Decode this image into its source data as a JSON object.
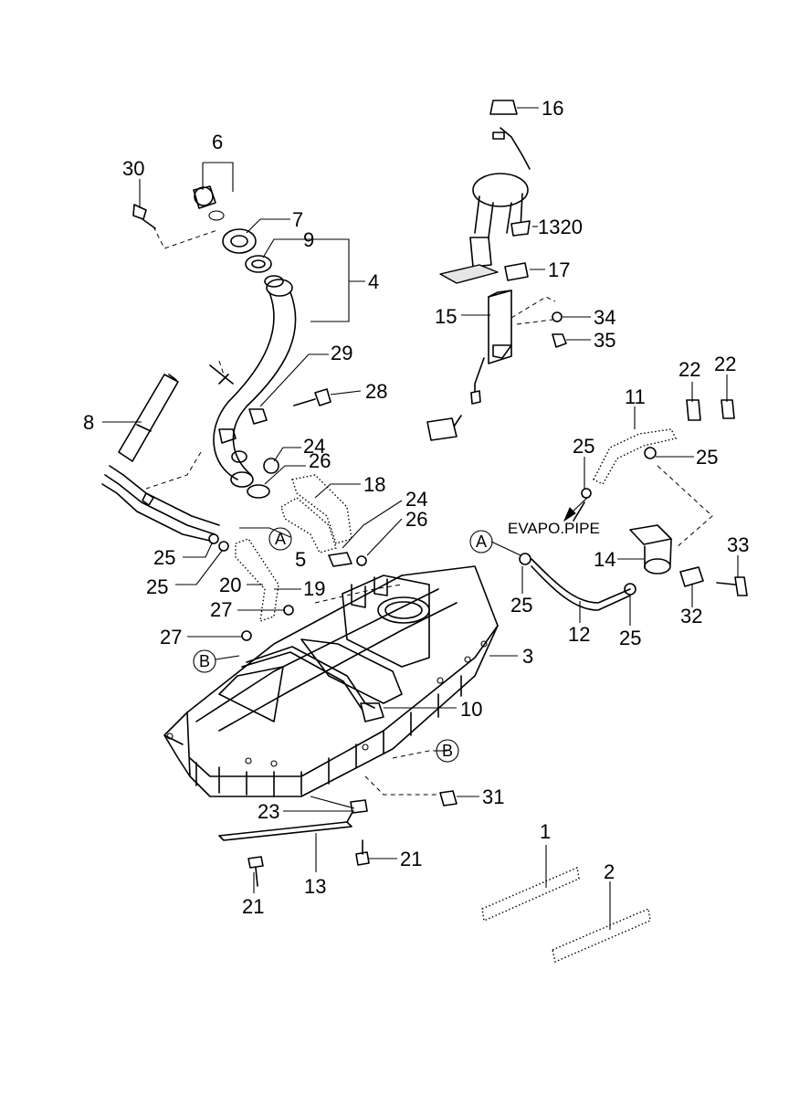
{
  "callouts": {
    "c1": "1",
    "c2": "2",
    "c3": "3",
    "c4": "4",
    "c5": "5",
    "c6": "6",
    "c7": "7",
    "c8": "8",
    "c9": "9",
    "c10": "10",
    "c11": "11",
    "c12": "12",
    "c13": "13",
    "c14": "14",
    "c15": "15",
    "c16": "16",
    "c17": "17",
    "c18": "18",
    "c19": "19",
    "c20": "20",
    "c21a": "21",
    "c21b": "21",
    "c22a": "22",
    "c22b": "22",
    "c23": "23",
    "c24a": "24",
    "c24b": "24",
    "c25a": "25",
    "c25b": "25",
    "c25c": "25",
    "c25d": "25",
    "c25e": "25",
    "c25f": "25",
    "c26a": "26",
    "c26b": "26",
    "c27a": "27",
    "c27b": "27",
    "c28": "28",
    "c29": "29",
    "c30": "30",
    "c31": "31",
    "c32": "32",
    "c33": "33",
    "c34": "34",
    "c35": "35",
    "c1320": "1320"
  },
  "markers": {
    "a1": "A",
    "a2": "A",
    "b1": "B",
    "b2": "B"
  },
  "notes": {
    "evapo": "EVAPO.PIPE"
  },
  "colors": {
    "line": "#000000",
    "background": "#ffffff"
  }
}
